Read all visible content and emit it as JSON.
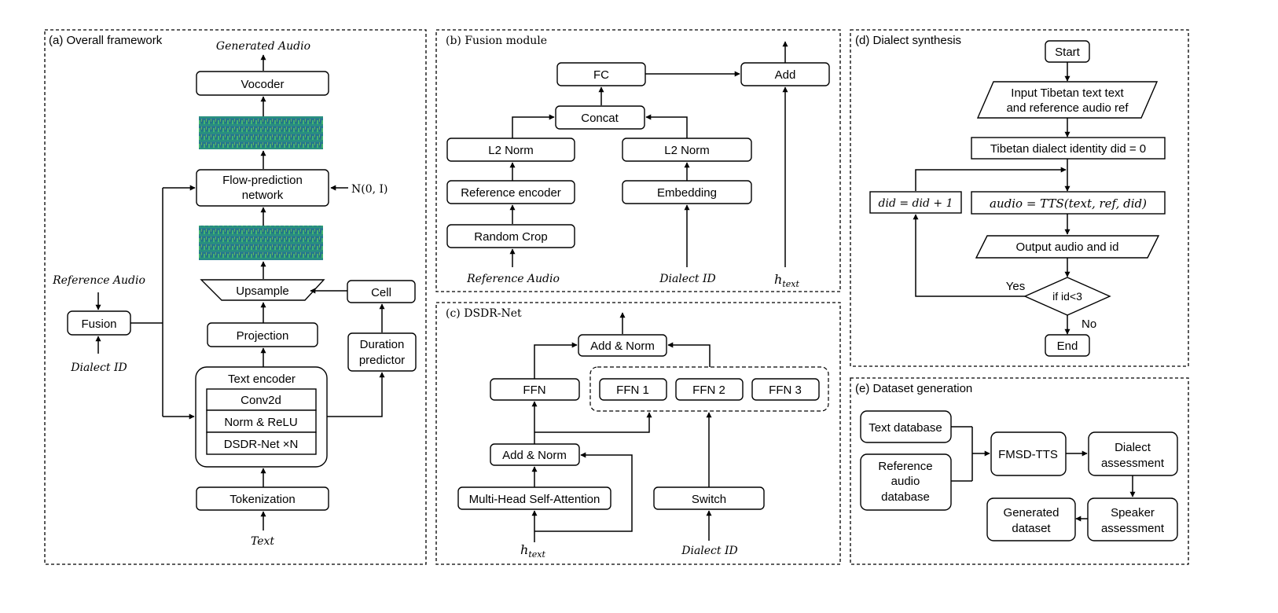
{
  "panels": {
    "a": "(a) Overall framework",
    "b": "(b) Fusion module",
    "c": "(c) DSDR-Net",
    "d": "(d) Dialect synthesis",
    "e": "(e) Dataset generation"
  },
  "framework": {
    "generated_audio": "Generated Audio",
    "vocoder": "Vocoder",
    "flow_line1": "Flow-prediction",
    "flow_line2": "network",
    "noise": "N(0, I)",
    "upsample": "Upsample",
    "cell": "Cell",
    "projection": "Projection",
    "duration_line1": "Duration",
    "duration_line2": "predictor",
    "text_encoder": "Text encoder",
    "conv2d": "Conv2d",
    "norm_relu": "Norm & ReLU",
    "dsdr": "DSDR-Net ×N",
    "tokenization": "Tokenization",
    "text": "Text",
    "reference_audio": "Reference Audio",
    "fusion": "Fusion",
    "dialect_id": "Dialect ID"
  },
  "fusion_module": {
    "fc": "FC",
    "add": "Add",
    "concat": "Concat",
    "l2_left": "L2 Norm",
    "l2_right": "L2 Norm",
    "ref_encoder": "Reference encoder",
    "embedding": "Embedding",
    "random_crop": "Random Crop",
    "reference_audio": "Reference Audio",
    "dialect_id": "Dialect ID",
    "h_text": "h",
    "h_text_sub": "text"
  },
  "dsdr_net": {
    "add_norm_top": "Add & Norm",
    "ffn": "FFN",
    "ffn1": "FFN 1",
    "ffn2": "FFN 2",
    "ffn3": "FFN 3",
    "add_norm_bottom": "Add & Norm",
    "mhsa": "Multi-Head Self-Attention",
    "switch": "Switch",
    "h_text": "h",
    "h_text_sub": "text",
    "dialect_id": "Dialect ID"
  },
  "dialect_synthesis": {
    "start": "Start",
    "input_line1": "Input Tibetan text text",
    "input_line2": "and reference audio ref",
    "identity": "Tibetan dialect identity did = 0",
    "tts": "audio = TTS(text, ref, did)",
    "increment": "did = did + 1",
    "output": "Output audio and id",
    "condition": "if id<3",
    "yes": "Yes",
    "no": "No",
    "end": "End"
  },
  "dataset_generation": {
    "text_db": "Text database",
    "ref_db_line1": "Reference",
    "ref_db_line2": "audio",
    "ref_db_line3": "database",
    "fmsd": "FMSD-TTS",
    "dialect_line1": "Dialect",
    "dialect_line2": "assessment",
    "speaker_line1": "Speaker",
    "speaker_line2": "assessment",
    "generated_line1": "Generated",
    "generated_line2": "dataset"
  }
}
